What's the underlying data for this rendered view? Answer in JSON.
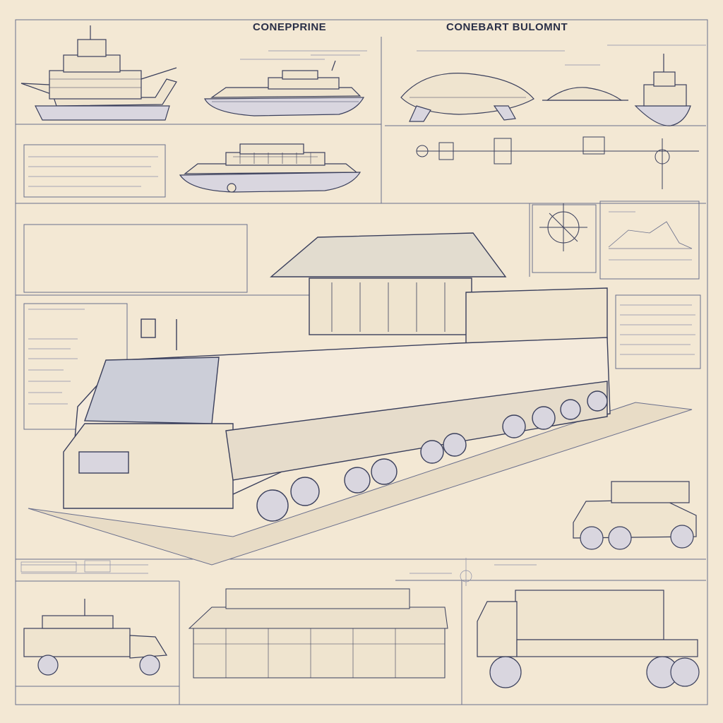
{
  "sheet": {
    "title_left": "CONEPPRINE",
    "title_right": "CONEBART BULOMNT"
  },
  "colors": {
    "paper": "#f3e8d4",
    "ink": "#3a3f5c",
    "ink_light": "#8a8ea8",
    "shade": "#b9bccb"
  },
  "drawings": [
    "battleship-ship",
    "tour-boat",
    "river-ferry",
    "hovercraft",
    "small-ship",
    "steamship",
    "locomotive",
    "pickup-truck",
    "utility-truck",
    "building-station",
    "cargo-truck"
  ]
}
